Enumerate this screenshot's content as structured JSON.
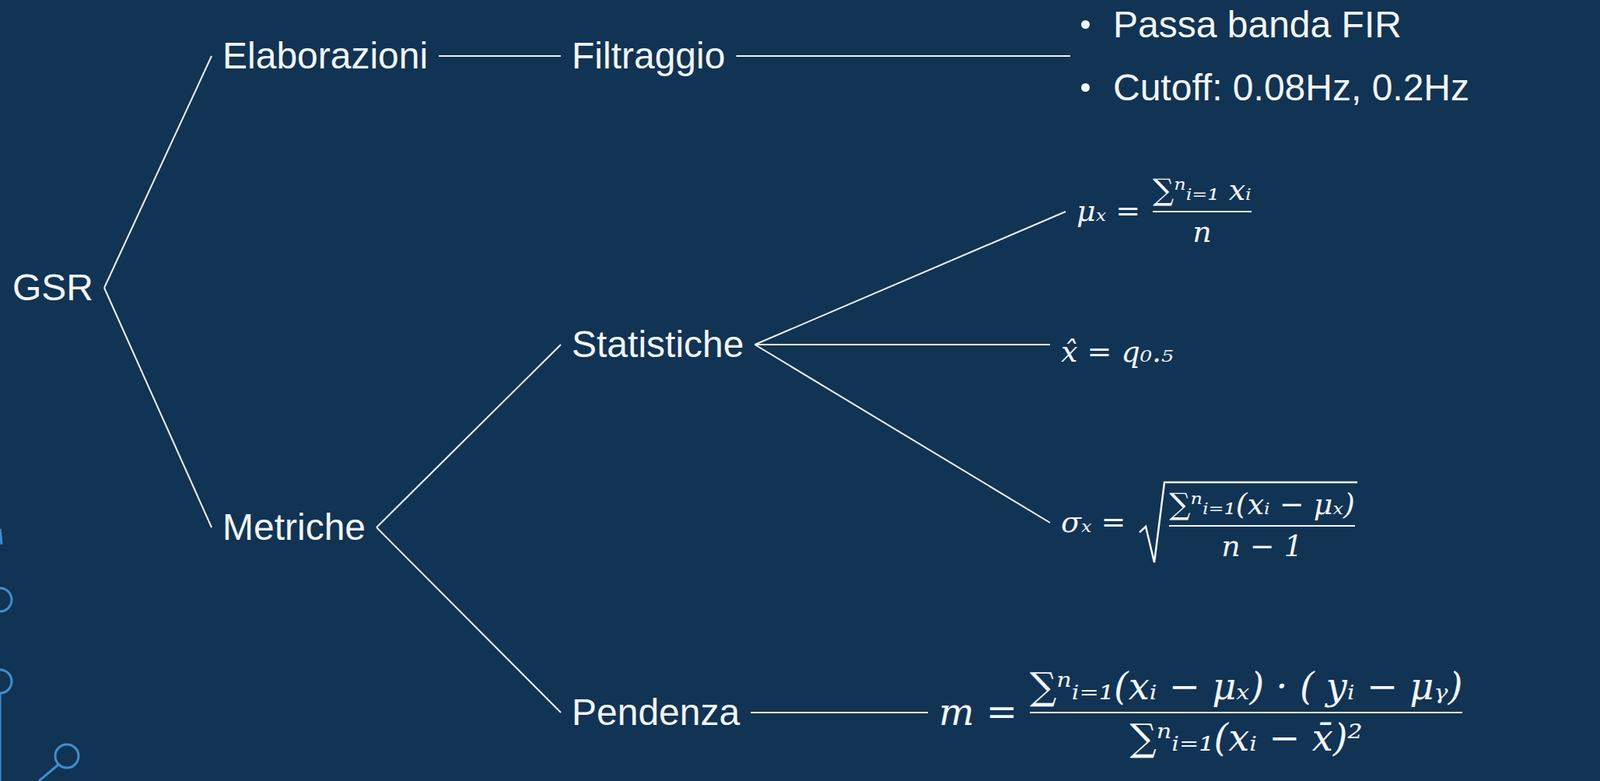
{
  "diagram": {
    "nodes": [
      {
        "text": [
          "GSR"
        ]
      },
      {
        "text": [
          "Elaborazioni"
        ]
      },
      {
        "text": [
          "Filtraggio"
        ]
      },
      {
        "text": [
          "Passa banda FIR",
          "Cutoff: 0.08Hz, 0.2Hz"
        ]
      },
      {
        "text": [
          "Metriche"
        ]
      },
      {
        "text": [
          "Statistiche"
        ]
      },
      {
        "text": [
          "μₓ =",
          "∑ⁿᵢ₌₁ xᵢ",
          "n"
        ]
      },
      {
        "text": [
          "x̂ = q₀.₅"
        ]
      },
      {
        "text": [
          "σₓ =",
          "∑ⁿᵢ₌₁(xᵢ − μₓ)",
          "n − 1"
        ]
      },
      {
        "text": [
          "Pendenza"
        ]
      },
      {
        "text": [
          "m =",
          "∑ⁿᵢ₌₁(xᵢ − μₓ) · ( yᵢ − μᵧ)",
          "∑ⁿᵢ₌₁(xᵢ − x̄)²"
        ]
      }
    ],
    "edges": [
      {
        "from": 0,
        "to": 1,
        "arrow": "none"
      },
      {
        "from": 0,
        "to": 4,
        "arrow": "none"
      },
      {
        "from": 1,
        "to": 2,
        "arrow": "none"
      },
      {
        "from": 2,
        "to": 3,
        "arrow": "none"
      },
      {
        "from": 4,
        "to": 5,
        "arrow": "none"
      },
      {
        "from": 4,
        "to": 9,
        "arrow": "none"
      },
      {
        "from": 5,
        "to": 6,
        "arrow": "none"
      },
      {
        "from": 5,
        "to": 7,
        "arrow": "none"
      },
      {
        "from": 5,
        "to": 8,
        "arrow": "none"
      },
      {
        "from": 9,
        "to": 10,
        "arrow": "none"
      }
    ]
  }
}
